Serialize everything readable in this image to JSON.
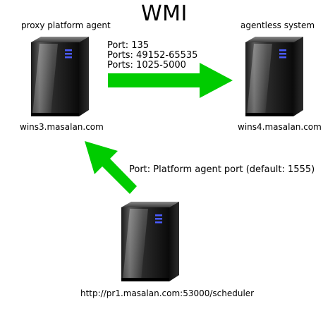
{
  "title": "WMI",
  "nodes": {
    "proxy": {
      "role": "proxy platform agent",
      "host": "wins3.masalan.com",
      "icon": "server-tower-icon"
    },
    "agentless": {
      "role": "agentless system",
      "host": "wins4.masalan.com",
      "icon": "server-tower-icon"
    },
    "scheduler": {
      "host": "http://pr1.masalan.com:53000/scheduler",
      "icon": "server-tower-icon"
    }
  },
  "links": {
    "proxy_to_agentless": {
      "ports": [
        "Port: 135",
        "Ports: 49152-65535",
        "Ports: 1025-5000"
      ],
      "color": "#00cc00"
    },
    "scheduler_to_proxy": {
      "label": "Port: Platform agent port (default: 1555)",
      "color": "#00cc00"
    }
  }
}
